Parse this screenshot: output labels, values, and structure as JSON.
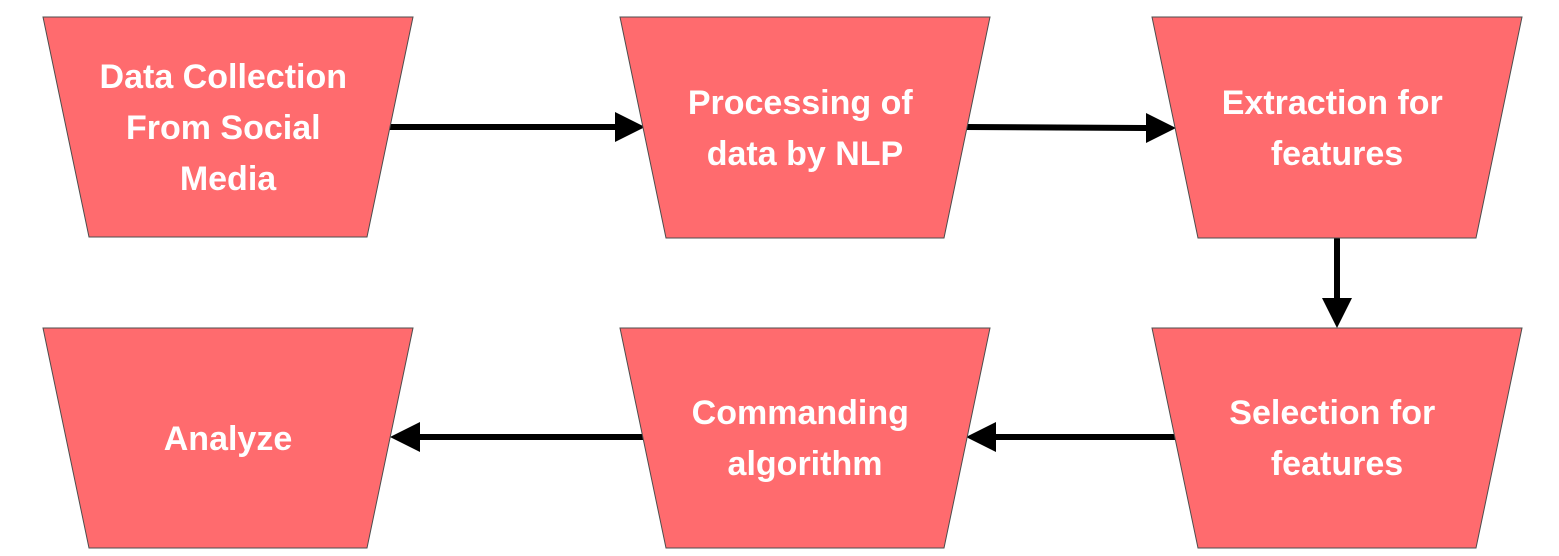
{
  "diagram": {
    "colors": {
      "node_fill": "#ff6b6e",
      "node_stroke": "#4d4d4d",
      "connector": "#000000",
      "label": "#ffffff"
    },
    "nodes": [
      {
        "id": "data-collection",
        "lines": [
          "Data Collection",
          "From Social",
          "Media"
        ]
      },
      {
        "id": "processing",
        "lines": [
          "Processing of",
          "data by NLP"
        ]
      },
      {
        "id": "extraction",
        "lines": [
          "Extraction for",
          "features"
        ]
      },
      {
        "id": "selection",
        "lines": [
          "Selection for",
          "features"
        ]
      },
      {
        "id": "commanding",
        "lines": [
          "Commanding",
          "algorithm"
        ]
      },
      {
        "id": "analyze",
        "lines": [
          "Analyze"
        ]
      }
    ],
    "edges": [
      {
        "from": "data-collection",
        "to": "processing"
      },
      {
        "from": "processing",
        "to": "extraction"
      },
      {
        "from": "extraction",
        "to": "selection"
      },
      {
        "from": "selection",
        "to": "commanding"
      },
      {
        "from": "commanding",
        "to": "analyze"
      }
    ]
  }
}
